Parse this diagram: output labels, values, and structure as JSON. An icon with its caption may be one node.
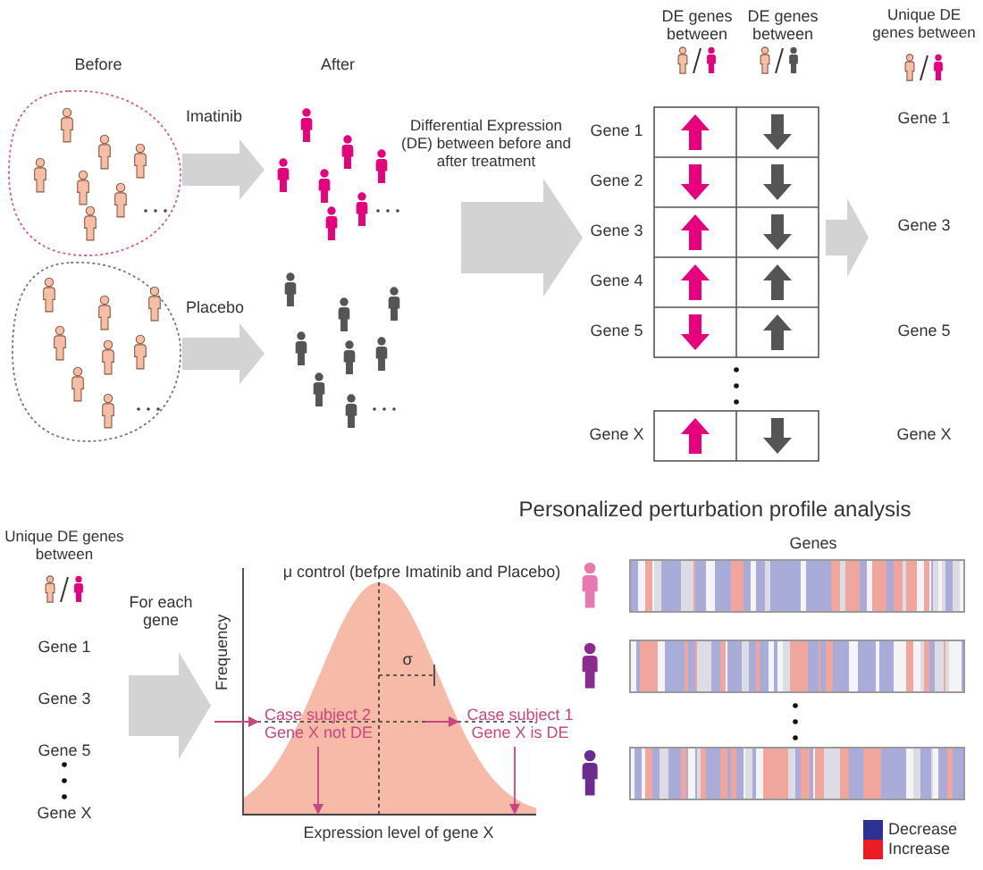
{
  "diagram": {
    "nodes": [
      {
        "text": [],
        "shape": "cloud"
      },
      {
        "text": [],
        "shape": "cloud"
      },
      {
        "text": [],
        "shape": "person"
      },
      {
        "text": [],
        "shape": "person"
      },
      {
        "text": [
          "DE genes between",
          "DE genes between",
          "Gene 1",
          "Gene 2",
          "Gene 3",
          "Gene 4",
          "Gene 5",
          "Gene X"
        ]
      },
      {
        "text": [
          "Unique DE genes between",
          "Gene 1",
          "Gene 3",
          "Gene 5",
          "Gene X"
        ]
      },
      {
        "text": [
          "Unique DE genes between",
          "Gene 1",
          "Gene 3",
          "Gene 5",
          "Gene X"
        ]
      },
      {
        "text": [
          "μ control (before Imatinib and Placebo)",
          "Frequency",
          "Expression level of gene X",
          "σ",
          "Case subject 2 Gene X not DE",
          "Case subject 1 Gene X is DE"
        ]
      }
    ],
    "edges": [
      {
        "from": 0,
        "to": 2,
        "arrow": "to",
        "label": "Imatinib"
      },
      {
        "from": 1,
        "to": 3,
        "arrow": "to",
        "label": "Placebo"
      },
      {
        "from": null,
        "to": 4,
        "arrow": "to",
        "label": "Differential Expression (DE) between before and after treatment"
      },
      {
        "from": 4,
        "to": 5,
        "arrow": "to"
      },
      {
        "from": 6,
        "to": 7,
        "arrow": "to",
        "label": "For each gene"
      }
    ],
    "labels": [
      "Before",
      "After",
      "Personalized perturbation profile analysis",
      "Genes"
    ],
    "legend": [
      {
        "text": "Decrease",
        "color": "#2e3192"
      },
      {
        "text": "Increase",
        "color": "#ed1c24"
      }
    ]
  }
}
